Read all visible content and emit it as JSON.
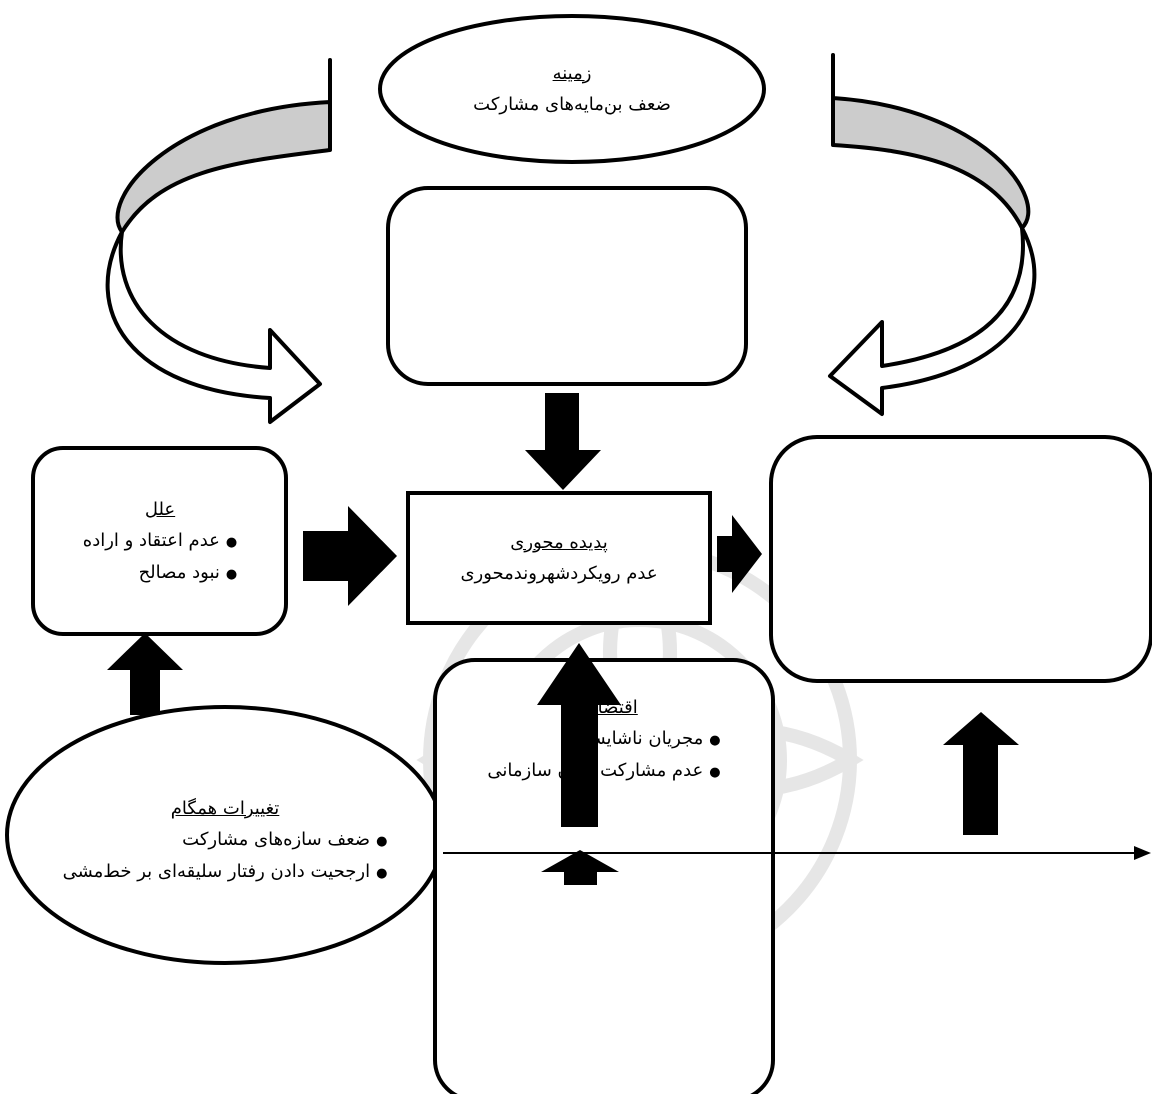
{
  "context": {
    "title": "زمینه",
    "text": "ضعف بن‌مایه‌های مشارکت"
  },
  "central": {
    "title": "پدیده محوری",
    "text": "عدم رویکردشهروندمحوری"
  },
  "causes": {
    "title": "علل",
    "items": [
      "عدم اعتقاد و اراده",
      "نبود مصالح"
    ]
  },
  "concurrent": {
    "title": "تغییرات همگام",
    "items": [
      "ضعف سازه‌های مشارکت",
      "ارجحیت دادن رفتار سلیقه‌ای بر خط‌مشی"
    ]
  },
  "requirements": {
    "title": "اقتضائات",
    "items": [
      "مجریان ناشایست",
      "عدم مشارکت برون سازمانی"
    ]
  },
  "colors": {
    "stroke": "#000000",
    "curve_fill": "#cccccc",
    "watermark": "#e3e3e3"
  }
}
